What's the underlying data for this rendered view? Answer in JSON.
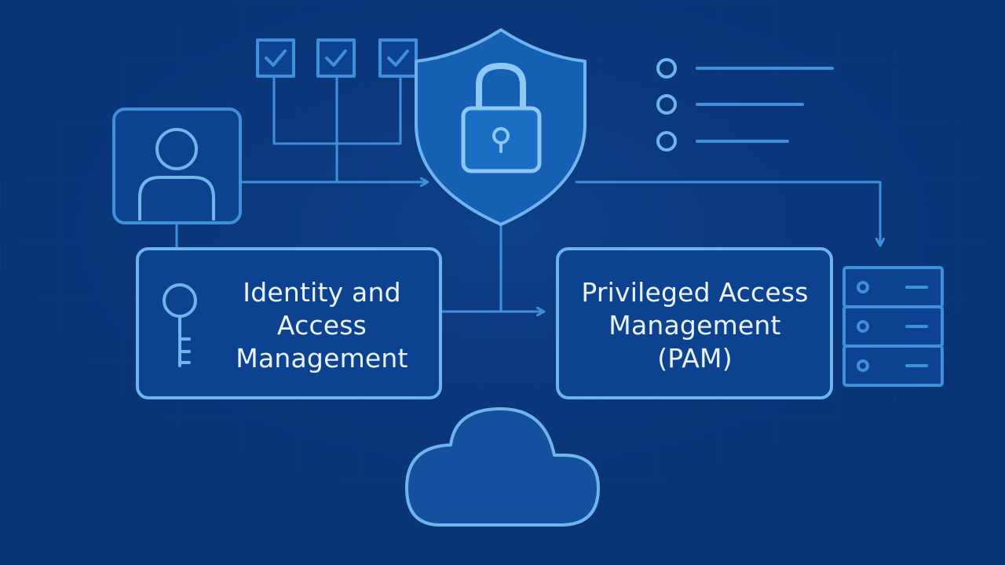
{
  "diagram": {
    "iam_box": {
      "lines": [
        "Identity and",
        "Access",
        "Management"
      ]
    },
    "pam_box": {
      "lines": [
        "Privileged Access",
        "Management",
        "(PAM)"
      ]
    },
    "icons": [
      "user-icon",
      "checkbox-icon",
      "shield-lock-icon",
      "list-icon",
      "key-icon",
      "server-icon",
      "cloud-icon"
    ],
    "colors": {
      "background": "#0b3478",
      "stroke_light": "#6fb4ec",
      "stroke_mid": "#3f8fdc",
      "box_fill": "#0d4291",
      "shield_fill": "#1560b5",
      "cloud_fill": "#15509e",
      "text": "#eaf4ff"
    }
  }
}
